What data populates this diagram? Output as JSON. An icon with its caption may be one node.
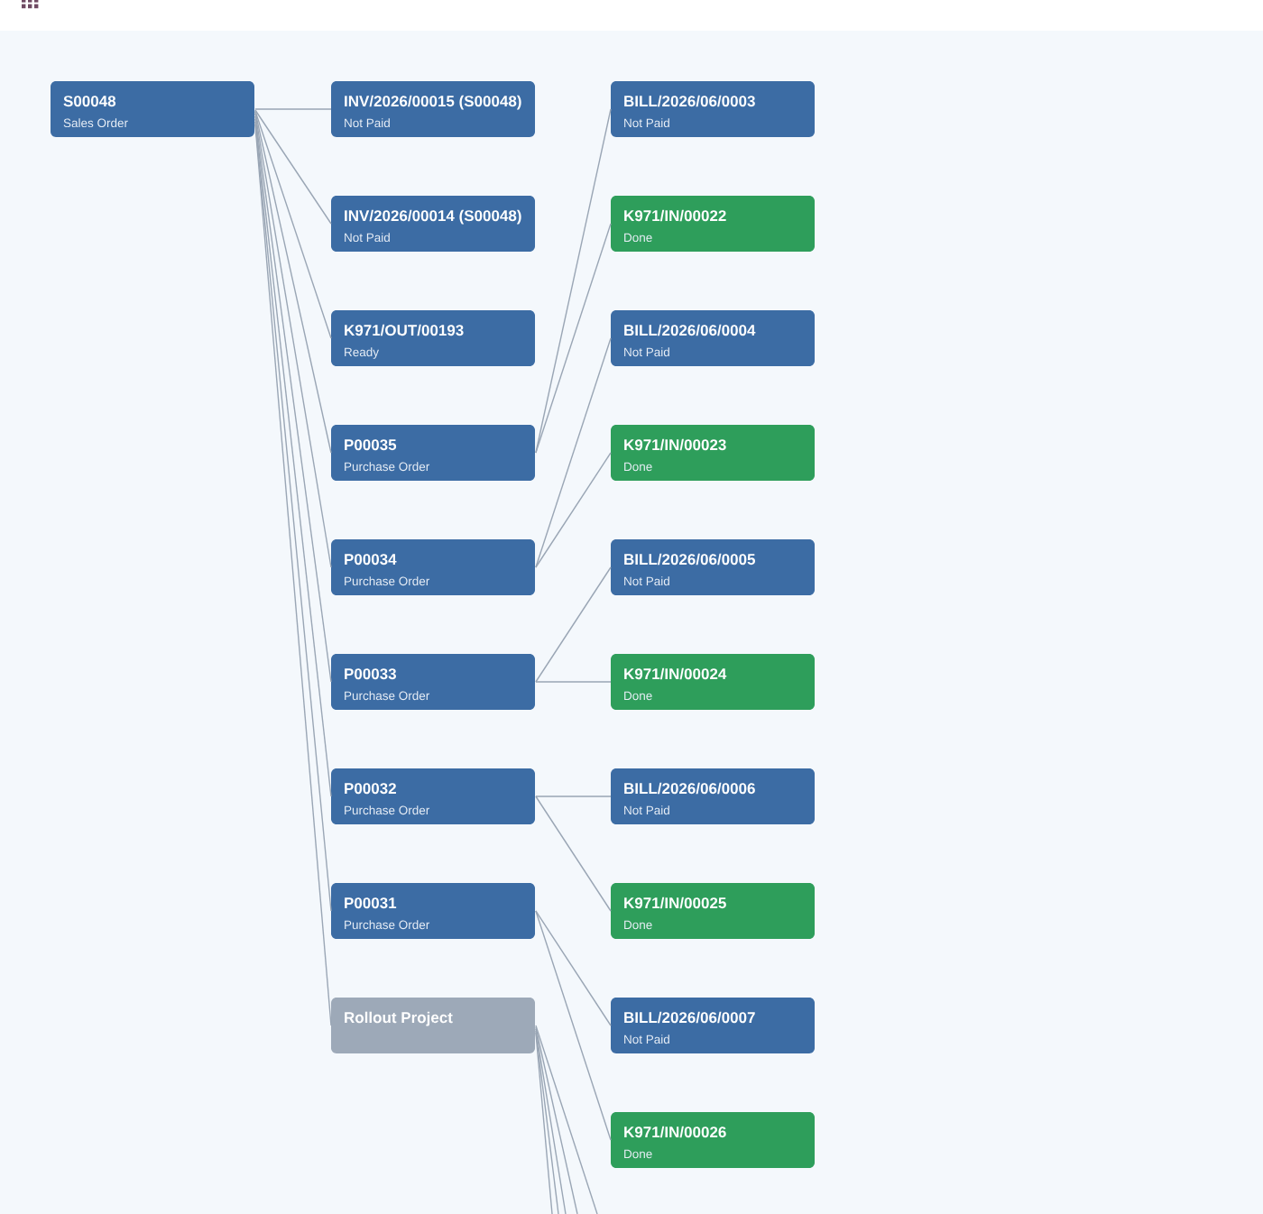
{
  "diagram": {
    "nodes": [
      {
        "text": [
          "S00048",
          "Sales Order"
        ]
      },
      {
        "text": [
          "INV/2026/00015 (S00048)",
          "Not Paid"
        ]
      },
      {
        "text": [
          "INV/2026/00014 (S00048)",
          "Not Paid"
        ]
      },
      {
        "text": [
          "K971/OUT/00193",
          "Ready"
        ]
      },
      {
        "text": [
          "P00035",
          "Purchase Order"
        ]
      },
      {
        "text": [
          "P00034",
          "Purchase Order"
        ]
      },
      {
        "text": [
          "P00033",
          "Purchase Order"
        ]
      },
      {
        "text": [
          "P00032",
          "Purchase Order"
        ]
      },
      {
        "text": [
          "P00031",
          "Purchase Order"
        ]
      },
      {
        "text": [
          "Rollout Project"
        ]
      },
      {
        "text": [
          "BILL/2026/06/0003",
          "Not Paid"
        ]
      },
      {
        "text": [
          "K971/IN/00022",
          "Done"
        ]
      },
      {
        "text": [
          "BILL/2026/06/0004",
          "Not Paid"
        ]
      },
      {
        "text": [
          "K971/IN/00023",
          "Done"
        ]
      },
      {
        "text": [
          "BILL/2026/06/0005",
          "Not Paid"
        ]
      },
      {
        "text": [
          "K971/IN/00024",
          "Done"
        ]
      },
      {
        "text": [
          "BILL/2026/06/0006",
          "Not Paid"
        ]
      },
      {
        "text": [
          "K971/IN/00025",
          "Done"
        ]
      },
      {
        "text": [
          "BILL/2026/06/0007",
          "Not Paid"
        ]
      },
      {
        "text": [
          "K971/IN/00026",
          "Done"
        ]
      }
    ],
    "edges": [
      {
        "from": 0,
        "to": 1,
        "arrow": "none"
      },
      {
        "from": 0,
        "to": 2,
        "arrow": "none"
      },
      {
        "from": 0,
        "to": 3,
        "arrow": "none"
      },
      {
        "from": 0,
        "to": 4,
        "arrow": "none"
      },
      {
        "from": 0,
        "to": 5,
        "arrow": "none"
      },
      {
        "from": 0,
        "to": 6,
        "arrow": "none"
      },
      {
        "from": 0,
        "to": 7,
        "arrow": "none"
      },
      {
        "from": 0,
        "to": 8,
        "arrow": "none"
      },
      {
        "from": 0,
        "to": 9,
        "arrow": "none"
      },
      {
        "from": 4,
        "to": 10,
        "arrow": "none"
      },
      {
        "from": 4,
        "to": 11,
        "arrow": "none"
      },
      {
        "from": 5,
        "to": 12,
        "arrow": "none"
      },
      {
        "from": 5,
        "to": 13,
        "arrow": "none"
      },
      {
        "from": 6,
        "to": 14,
        "arrow": "none"
      },
      {
        "from": 6,
        "to": 15,
        "arrow": "none"
      },
      {
        "from": 7,
        "to": 16,
        "arrow": "none"
      },
      {
        "from": 7,
        "to": 17,
        "arrow": "none"
      },
      {
        "from": 8,
        "to": 18,
        "arrow": "none"
      },
      {
        "from": 8,
        "to": 19,
        "arrow": "none"
      },
      {
        "from": 9,
        "to": null,
        "arrow": "none"
      },
      {
        "from": 9,
        "to": null,
        "arrow": "none"
      },
      {
        "from": 9,
        "to": null,
        "arrow": "none"
      },
      {
        "from": 9,
        "to": null,
        "arrow": "none"
      },
      {
        "from": 9,
        "to": null,
        "arrow": "none"
      }
    ]
  }
}
